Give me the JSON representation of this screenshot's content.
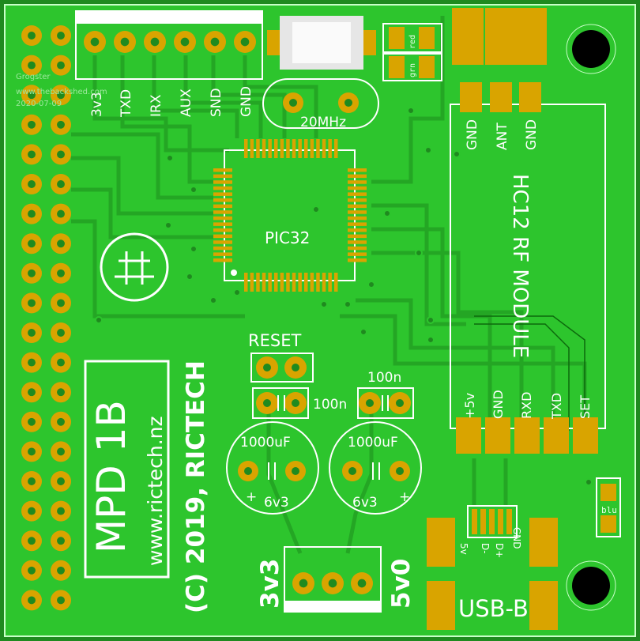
{
  "watermark": {
    "author": "Grogster",
    "site": "www.thebackshed.com",
    "date": "2020-07-09"
  },
  "header_pins": [
    "3v3",
    "TXD",
    "IRX",
    "AUX",
    "SND",
    "GND"
  ],
  "crystal": "20MHz",
  "mcu": "PIC32",
  "leds": [
    "red",
    "grn",
    "blu"
  ],
  "rf_module": {
    "title": "HC12 RF MODULE",
    "top_pins": [
      "GND",
      "ANT",
      "GND"
    ],
    "bottom_pins": [
      "+5v",
      "GND",
      "RXD",
      "TXD",
      "SET"
    ]
  },
  "reset": "RESET",
  "caps": {
    "small_1": "100n",
    "small_2": "100n",
    "big_1_value": "1000uF",
    "big_1_voltage": "6v3",
    "big_2_value": "1000uF",
    "big_2_voltage": "6v3"
  },
  "board_name": "MPD 1B",
  "website": "www.rictech.nz",
  "copyright": "(C) 2019, RICTECH",
  "power_select": {
    "left": "3v3",
    "right": "5v0"
  },
  "usb": {
    "label": "USB-B",
    "pins": [
      "5v",
      "D-",
      "D+",
      "GND"
    ]
  },
  "colors": {
    "board": "#1f8a1f",
    "copper": "#2dc52d",
    "trace": "#27ad27",
    "pad": "#d9a400",
    "silk": "#ffffff"
  }
}
